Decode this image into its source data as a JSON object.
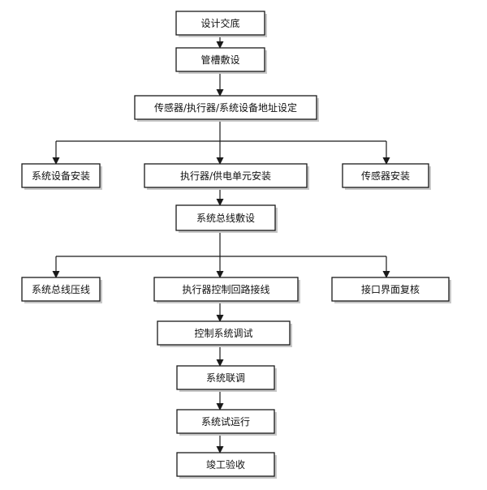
{
  "nodes": {
    "design_handover": "设计交底",
    "pipe_laying": "管槽敷设",
    "address_setting": "传感器/执行器/系统设备地址设定",
    "system_device_install": "系统设备安装",
    "actuator_power_install": "执行器/供电单元安装",
    "sensor_install": "传感器安装",
    "bus_laying": "系统总线敷设",
    "bus_crimping": "系统总线压线",
    "actuator_control_wiring": "执行器控制回路接线",
    "interface_review": "接口界面复核",
    "control_debug": "控制系统调试",
    "joint_debug": "系统联调",
    "trial_run": "系统试运行",
    "acceptance": "竣工验收"
  },
  "edges": [
    [
      "design_handover",
      "pipe_laying"
    ],
    [
      "pipe_laying",
      "address_setting"
    ],
    [
      "address_setting",
      "system_device_install"
    ],
    [
      "address_setting",
      "actuator_power_install"
    ],
    [
      "address_setting",
      "sensor_install"
    ],
    [
      "actuator_power_install",
      "bus_laying"
    ],
    [
      "bus_laying",
      "bus_crimping"
    ],
    [
      "bus_laying",
      "actuator_control_wiring"
    ],
    [
      "bus_laying",
      "interface_review"
    ],
    [
      "actuator_control_wiring",
      "control_debug"
    ],
    [
      "control_debug",
      "joint_debug"
    ],
    [
      "joint_debug",
      "trial_run"
    ],
    [
      "trial_run",
      "acceptance"
    ]
  ]
}
